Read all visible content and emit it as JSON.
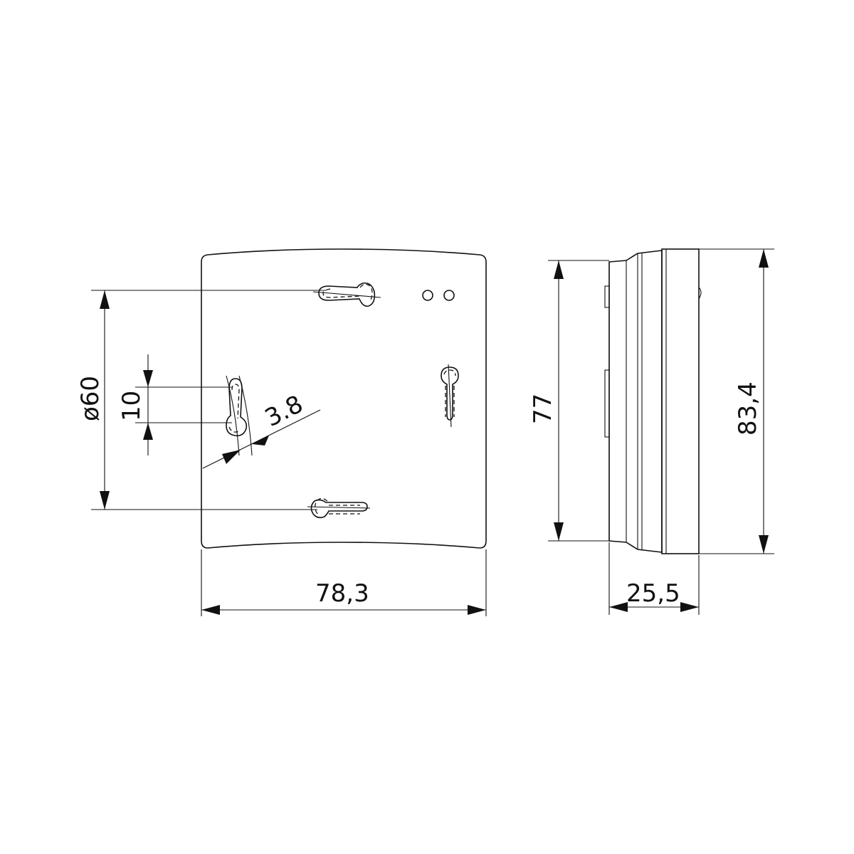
{
  "dimensions": {
    "width_front": "78,3",
    "diameter": "ø60",
    "slot_length": "10",
    "slot_width": "3.8",
    "height_side": "77",
    "height_total": "83,4",
    "depth": "25,5"
  },
  "colors": {
    "line": "#111111",
    "background": "#ffffff"
  }
}
